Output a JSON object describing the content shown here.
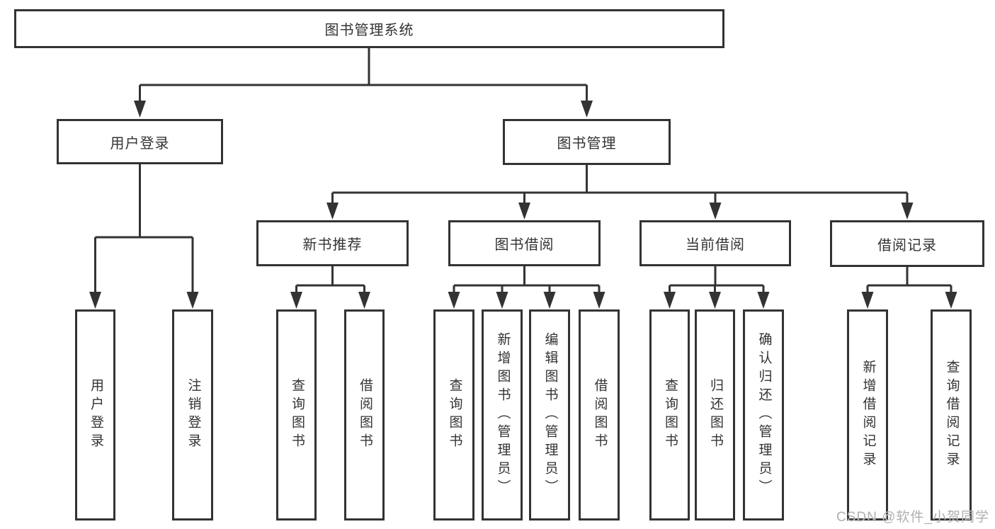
{
  "diagram": {
    "root": {
      "label": "图书管理系统"
    },
    "branches": {
      "user": {
        "label": "用户登录",
        "children": [
          "用户登录",
          "注销登录"
        ]
      },
      "book": {
        "label": "图书管理",
        "sections": [
          {
            "label": "新书推荐",
            "children": [
              "查询图书",
              "借阅图书"
            ]
          },
          {
            "label": "图书借阅",
            "children": [
              "查询图书",
              "新增图书（管理员）",
              "编辑图书（管理员）",
              "借阅图书"
            ]
          },
          {
            "label": "当前借阅",
            "children": [
              "查询图书",
              "归还图书",
              "确认归还（管理员）"
            ]
          },
          {
            "label": "借阅记录",
            "children": [
              "新增借阅记录",
              "查询借阅记录"
            ]
          }
        ]
      }
    }
  },
  "watermark": {
    "text": "CSDN @软件_小贺同学"
  },
  "colors": {
    "line": "#333333",
    "text": "#333333",
    "watermark": "#b0b0b0",
    "background": "#ffffff"
  }
}
